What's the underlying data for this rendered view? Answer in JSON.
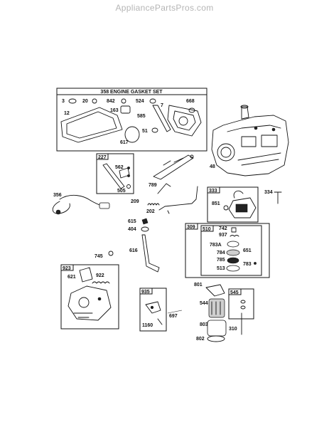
{
  "site_title": "AppliancePartsPros.com",
  "gasket_set_title": "358 ENGINE GASKET SET",
  "parts": {
    "p3": "3",
    "p20": "20",
    "p842": "842",
    "p524": "524",
    "p668": "668",
    "p163": "163",
    "p7": "7",
    "p12": "12",
    "p585": "585",
    "p51": "51",
    "p617": "617",
    "p48": "48",
    "p227": "227",
    "p562": "562",
    "p505": "505",
    "p789": "789",
    "p356": "356",
    "p209": "209",
    "p202": "202",
    "p333": "333",
    "p334": "334",
    "p851": "851",
    "p615": "615",
    "p404": "404",
    "p616": "616",
    "p745": "745",
    "p309": "309",
    "p510": "510",
    "p742": "742",
    "p937": "937",
    "p783A": "783A",
    "p651": "651",
    "p784": "784",
    "p785": "785",
    "p783": "783",
    "p513": "513",
    "p923": "923",
    "p621": "621",
    "p922": "922",
    "p935": "935",
    "p1160": "1160",
    "p697": "697",
    "p801": "801",
    "p545": "545",
    "p544": "544",
    "p803": "803",
    "p310": "310",
    "p802": "802"
  }
}
